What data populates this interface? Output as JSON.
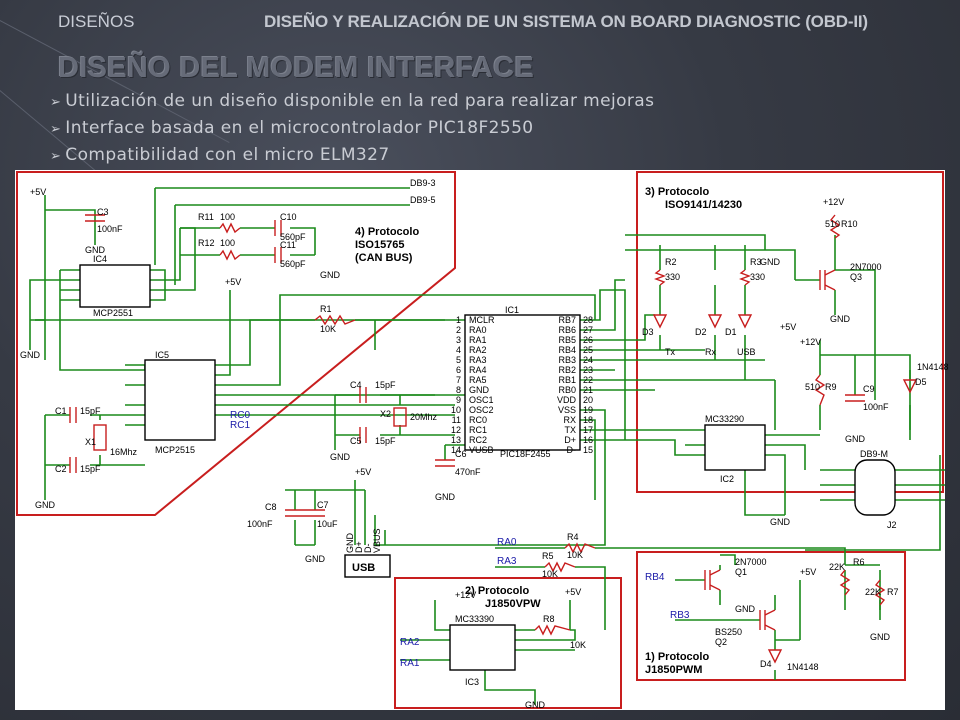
{
  "header": {
    "section": "DISEÑOS",
    "project": "DISEÑO Y REALIZACIÓN DE UN SISTEMA ON BOARD DIAGNOSTIC (OBD-II)"
  },
  "title": "DISEÑO DEL MODEM INTERFACE",
  "bullets": [
    "Utilización de un diseño disponible en la red para realizar mejoras",
    "Interface basada en el microcontrolador PIC18F2550",
    "Compatibilidad  con el micro ELM327"
  ],
  "colors": {
    "background": "#363a44",
    "wire": "#1a8a1a",
    "block_border": "#c81e1e",
    "net_label": "#1a1aa8",
    "component": "#c81e1e"
  },
  "schematic": {
    "protocols": {
      "can": [
        "4) Protocolo",
        "ISO15765",
        "(CAN BUS)"
      ],
      "iso": [
        "3) Protocolo",
        "ISO9141/14230"
      ],
      "vpw": [
        "2) Protocolo",
        "J1850VPW"
      ],
      "pwm": [
        "1) Protocolo",
        "J1850PWM"
      ]
    },
    "nets": {
      "db9_3": "DB9-3",
      "db9_5": "DB9-5",
      "gnd": "GND",
      "vcc": "+5V",
      "v12": "+12V",
      "rc0": "RC0",
      "rc1": "RC1",
      "ra0": "RA0",
      "ra1": "RA1",
      "ra2": "RA2",
      "ra3": "RA3",
      "rb3": "RB3",
      "rb4": "RB4",
      "usb": "USB"
    },
    "parts": {
      "c3": [
        "C3",
        "100nF"
      ],
      "r11": [
        "R11",
        "100"
      ],
      "r12": [
        "R12",
        "100"
      ],
      "c10": [
        "C10",
        "560pF"
      ],
      "c11": [
        "C11",
        "560pF"
      ],
      "ic4": [
        "IC4",
        "MCP2551"
      ],
      "r1": [
        "R1",
        "10K"
      ],
      "ic1": [
        "IC1",
        "PIC18F2455"
      ],
      "ic5": [
        "IC5",
        "MCP2515"
      ],
      "c1": [
        "C1",
        "15pF"
      ],
      "c2": [
        "C2",
        "15pF"
      ],
      "x1": [
        "X1",
        "16Mhz"
      ],
      "c4": [
        "C4",
        "15pF"
      ],
      "c5": [
        "C5",
        "15pF"
      ],
      "x2": [
        "X2",
        "20Mhz"
      ],
      "c6": [
        "C6",
        "470nF"
      ],
      "r2": [
        "R2",
        "330"
      ],
      "r3": [
        "R3",
        "330"
      ],
      "d1": [
        "D1",
        "USB"
      ],
      "d2": [
        "D2",
        "Rx"
      ],
      "d3": [
        "D3",
        "Tx"
      ],
      "r10": [
        "R10",
        "510"
      ],
      "q3": [
        "Q3",
        "2N7000"
      ],
      "r9": [
        "R9",
        "510"
      ],
      "c9": [
        "C9",
        "100nF"
      ],
      "d5": [
        "D5",
        "1N4148"
      ],
      "ic2": [
        "IC2",
        "MC33290"
      ],
      "j2": [
        "J2",
        "DB9-M"
      ],
      "c8": [
        "C8",
        "100nF"
      ],
      "c7": [
        "C7",
        "10uF"
      ],
      "r4": [
        "R4",
        "10K"
      ],
      "r5": [
        "R5",
        "10K"
      ],
      "ic3": [
        "IC3",
        "MC33390"
      ],
      "r8": [
        "R8",
        "10K"
      ],
      "q1": [
        "Q1",
        "2N7000"
      ],
      "r6": [
        "R6",
        "22K"
      ],
      "r7": [
        "R7",
        "22K"
      ],
      "q2": [
        "Q2",
        "BS250"
      ],
      "d4": [
        "D4",
        "1N4148"
      ]
    },
    "pic_left": [
      "MCLR",
      "RA0",
      "RA1",
      "RA2",
      "RA3",
      "RA4",
      "RA5",
      "GND",
      "OSC1",
      "OSC2",
      "RC0",
      "RC1",
      "RC2",
      "VUSB"
    ],
    "pic_right": [
      "RB7",
      "RB6",
      "RB5",
      "RB4",
      "RB3",
      "RB2",
      "RB1",
      "RB0",
      "VDD",
      "VSS",
      "RX",
      "TX",
      "D+",
      "D-"
    ],
    "pic_pins_left": [
      "1",
      "2",
      "3",
      "4",
      "5",
      "6",
      "7",
      "8",
      "9",
      "10",
      "11",
      "12",
      "13",
      "14"
    ],
    "pic_pins_right": [
      "28",
      "27",
      "26",
      "25",
      "24",
      "23",
      "22",
      "21",
      "20",
      "19",
      "18",
      "17",
      "16",
      "15"
    ],
    "usb_pins": [
      "GND",
      "D+",
      "D-",
      "VBUS"
    ]
  }
}
